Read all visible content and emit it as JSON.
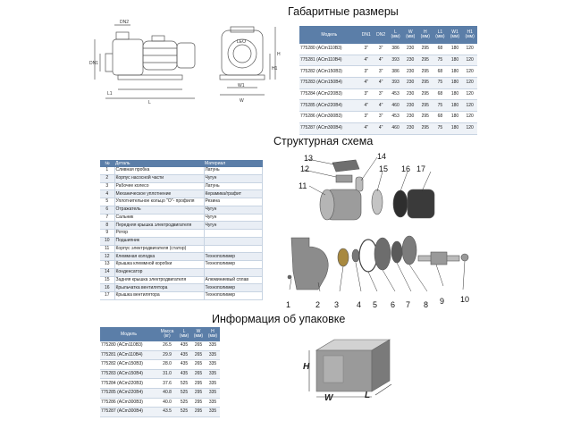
{
  "sections": {
    "dimensions_title": "Габаритные размеры",
    "structure_title": "Структурная схема",
    "packing_title": "Информация об упаковке"
  },
  "drawing_labels": {
    "dn2": "DN2",
    "dn1": "DN1",
    "l": "L",
    "l1": "L1",
    "h": "H",
    "h1": "H1",
    "w": "W",
    "w1": "W1",
    "brand": "LEO"
  },
  "dimensions_table": {
    "headers": [
      "Модель",
      "DN1",
      "DN2",
      "L",
      "W",
      "H",
      "L1",
      "W1",
      "H1"
    ],
    "units": [
      "",
      "",
      "",
      "(мм)",
      "(мм)",
      "(мм)",
      "(мм)",
      "(мм)",
      "(мм)"
    ],
    "rows": [
      [
        "775280 (ACm110B3)",
        "3\"",
        "3\"",
        "386",
        "230",
        "295",
        "68",
        "180",
        "120"
      ],
      [
        "775281 (ACm110B4)",
        "4\"",
        "4\"",
        "393",
        "230",
        "295",
        "75",
        "180",
        "120"
      ],
      [
        "775282 (ACm150B3)",
        "3\"",
        "3\"",
        "386",
        "230",
        "295",
        "68",
        "180",
        "120"
      ],
      [
        "775283 (ACm150B4)",
        "4\"",
        "4\"",
        "393",
        "230",
        "295",
        "75",
        "180",
        "120"
      ],
      [
        "775284 (ACm220B3)",
        "3\"",
        "3\"",
        "453",
        "230",
        "295",
        "68",
        "180",
        "120"
      ],
      [
        "775285 (ACm220B4)",
        "4\"",
        "4\"",
        "460",
        "230",
        "295",
        "75",
        "180",
        "120"
      ],
      [
        "775286 (ACm300B3)",
        "3\"",
        "3\"",
        "453",
        "230",
        "295",
        "68",
        "180",
        "120"
      ],
      [
        "775287 (ACm300B4)",
        "4\"",
        "4\"",
        "460",
        "230",
        "295",
        "75",
        "180",
        "120"
      ]
    ]
  },
  "parts_table": {
    "headers": [
      "№",
      "Деталь",
      "Материал"
    ],
    "rows": [
      [
        "1",
        "Сливная пробка",
        "Латунь"
      ],
      [
        "2",
        "Корпус насосной части",
        "Чугун"
      ],
      [
        "3",
        "Рабочее колесо",
        "Латунь"
      ],
      [
        "4",
        "Механическое уплотнение",
        "Керамика/графит"
      ],
      [
        "5",
        "Уплотнительное кольцо \"О\"- профиля",
        "Резина"
      ],
      [
        "6",
        "Отражатель",
        "Чугун"
      ],
      [
        "7",
        "Сальник",
        "Чугун"
      ],
      [
        "8",
        "Передняя крышка электродвигателя",
        "Чугун"
      ],
      [
        "9",
        "Ротор",
        ""
      ],
      [
        "10",
        "Подшипник",
        ""
      ],
      [
        "11",
        "Корпус электродвигателя (статор)",
        ""
      ],
      [
        "12",
        "Клеммная колодка",
        "Технополимер"
      ],
      [
        "13",
        "Крышка клеммной коробки",
        "Технополимер"
      ],
      [
        "14",
        "Конденсатор",
        ""
      ],
      [
        "15",
        "Задняя крышка электродвигателя",
        "Алюминиевый сплав"
      ],
      [
        "16",
        "Крыльчатка вентилятора",
        "Технополимер"
      ],
      [
        "17",
        "Крышка вентилятора",
        "Технополимер"
      ]
    ]
  },
  "callouts": [
    "1",
    "2",
    "3",
    "4",
    "5",
    "6",
    "7",
    "8",
    "9",
    "10",
    "11",
    "12",
    "13",
    "14",
    "15",
    "16",
    "17"
  ],
  "packing_table": {
    "headers": [
      "Модель",
      "Масса",
      "L",
      "W",
      "H"
    ],
    "units": [
      "",
      "(кг)",
      "(мм)",
      "(мм)",
      "(мм)"
    ],
    "rows": [
      [
        "775280 (ACm110B3)",
        "26.5",
        "435",
        "265",
        "335"
      ],
      [
        "775281 (ACm110B4)",
        "29.9",
        "435",
        "265",
        "335"
      ],
      [
        "775282 (ACm150B3)",
        "28.0",
        "435",
        "265",
        "335"
      ],
      [
        "775283 (ACm150B4)",
        "31.0",
        "435",
        "265",
        "335"
      ],
      [
        "775284 (ACm220B3)",
        "37.6",
        "525",
        "295",
        "335"
      ],
      [
        "775285 (ACm220B4)",
        "40.8",
        "525",
        "295",
        "335"
      ],
      [
        "775286 (ACm300B3)",
        "40.0",
        "525",
        "295",
        "335"
      ],
      [
        "775287 (ACm300B4)",
        "43.5",
        "525",
        "295",
        "335"
      ]
    ]
  },
  "box_labels": {
    "h": "H",
    "w": "W",
    "l": "L"
  },
  "colors": {
    "header_blue": "#5b7ea8",
    "row_stripe": "#eef2f7"
  }
}
